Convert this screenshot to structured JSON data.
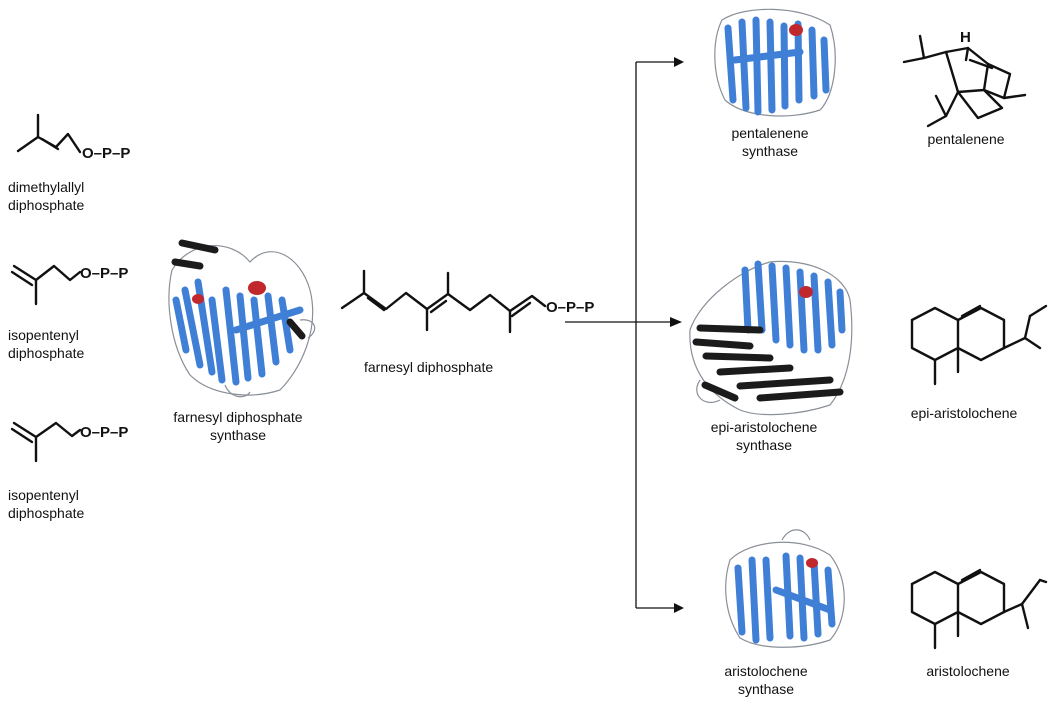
{
  "substrates": {
    "dmapp": {
      "name_line1": "dimethylallyl",
      "name_line2": "diphosphate",
      "pp_label": "O–P–P"
    },
    "ipp1": {
      "name_line1": "isopentenyl",
      "name_line2": "diphosphate",
      "pp_label": "O–P–P"
    },
    "ipp2": {
      "name_line1": "isopentenyl",
      "name_line2": "diphosphate",
      "pp_label": "O–P–P"
    }
  },
  "fpp_synthase": {
    "name_line1": "farnesyl diphosphate",
    "name_line2": "synthase"
  },
  "fpp": {
    "name": "farnesyl diphosphate",
    "pp_label": "O–P–P"
  },
  "branches": [
    {
      "enzyme_line1": "pentalenene",
      "enzyme_line2": "synthase",
      "product": "pentalenene",
      "stereo_h": "H"
    },
    {
      "enzyme_line1": "epi-aristolochene",
      "enzyme_line2": "synthase",
      "product": "epi-aristolochene"
    },
    {
      "enzyme_line1": "aristolochene",
      "enzyme_line2": "synthase",
      "product": "aristolochene"
    }
  ],
  "colors": {
    "helix_blue": "#3f7fd6",
    "helix_dark": "#1b1b1b",
    "active_site_red": "#c0282d"
  }
}
